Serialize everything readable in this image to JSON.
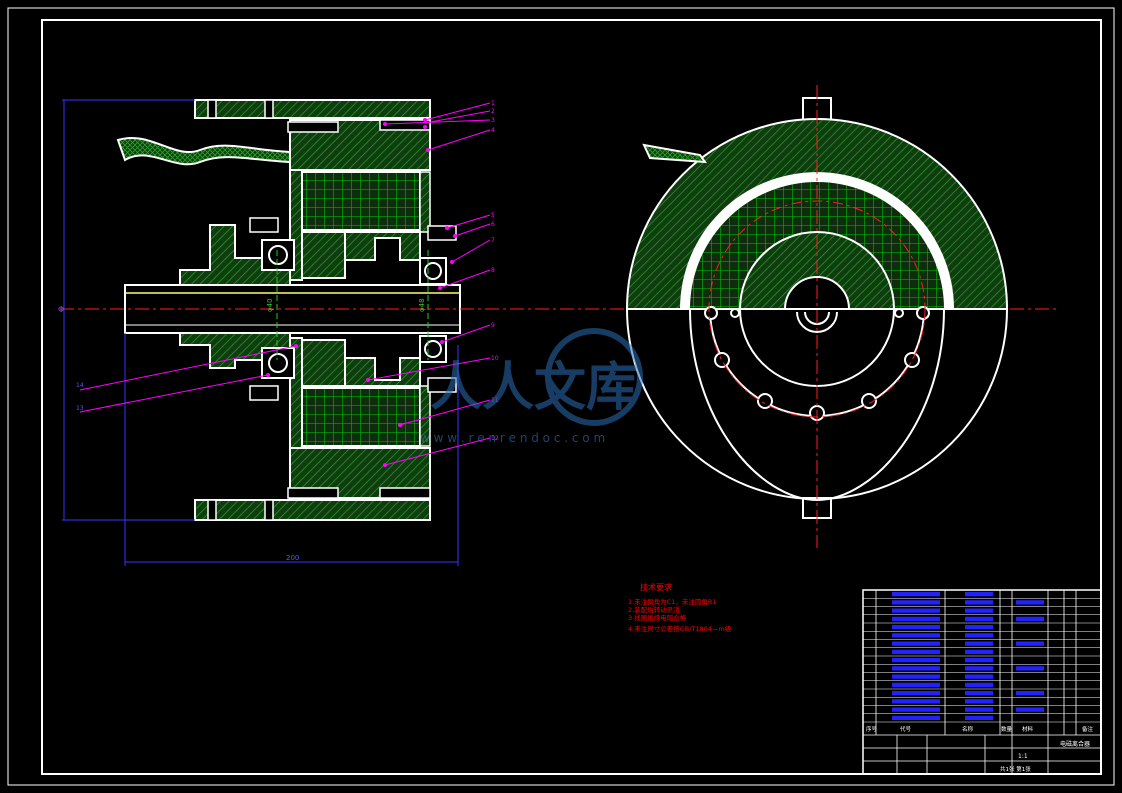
{
  "colors": {
    "background": "#000000",
    "outline": "#ffffff",
    "hatch": "#1a7a1a",
    "grid": "#00c000",
    "center_line": "#ff2020",
    "leader": "#ff00ff",
    "dimension": "#3333ff",
    "shaft": "#ffff66",
    "notes": "#ff0000",
    "title_text": "#2222ff"
  },
  "part_numbers_right": [
    "1",
    "2",
    "3",
    "4",
    "5",
    "6",
    "7",
    "8",
    "9",
    "10",
    "11",
    "12"
  ],
  "part_numbers_left": [
    "14",
    "13"
  ],
  "dimensions": {
    "height": "Φ",
    "width": "200",
    "inner_a": "φ40",
    "inner_b": "φ48"
  },
  "watermark": {
    "brand": "人人文库",
    "url": "w w w . r e n r e n d o c . c o m"
  },
  "tech_notes": {
    "heading": "技术要求",
    "lines": [
      "1.未注倒角为C1，未注圆角R1",
      "2.装配后转动灵活",
      "3.线圈绝缘电阻合格",
      "4.未注尺寸公差按GB/T1804—m级"
    ]
  },
  "title_block": {
    "headers": [
      "序号",
      "代号",
      "名称",
      "数量",
      "材料",
      "备注"
    ],
    "drawing_title": "电磁离合器",
    "scale": "1:1",
    "sheet": "共1张 第1张",
    "rows": 16
  }
}
